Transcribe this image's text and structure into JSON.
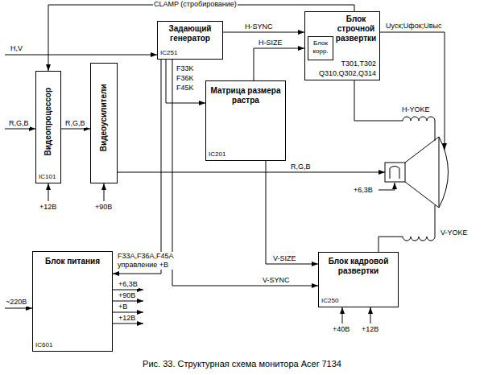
{
  "diagram": {
    "caption": "Рис. 33. Структурная схема монитора Acer 7134",
    "nodes": [
      {
        "text": [
          "Видеопроцессор",
          "IC101"
        ]
      },
      {
        "text": [
          "Видеоусилители"
        ]
      },
      {
        "text": [
          "Задающий генератор",
          "IC251"
        ]
      },
      {
        "text": [
          "Блок строчной развертки",
          "T301,T302",
          "Q310,Q302,Q314"
        ]
      },
      {
        "text": [
          "Блок корр."
        ],
        "in": 3
      },
      {
        "text": [
          "Матрица размера растра",
          "IC201"
        ]
      },
      {
        "text": [
          "Блок питания",
          "IC601"
        ]
      },
      {
        "text": [
          "Блок кадровой развертки",
          "IC250"
        ]
      }
    ],
    "edges": [
      {
        "from": 3,
        "to": 0,
        "label": "CLAMP (стробирование)",
        "arrow": "to"
      },
      {
        "from": 0,
        "to": 1,
        "label": "R,G,B",
        "arrow": "to"
      },
      {
        "from": 2,
        "to": 3,
        "label": "H-SYNC",
        "arrow": "to"
      },
      {
        "from": 5,
        "to": 3,
        "label": "H-SIZE",
        "arrow": "to"
      },
      {
        "from": 2,
        "to": 5,
        "arrow": "to"
      },
      {
        "from": 2,
        "to": 6,
        "label": "F33A,F36A,F45A управление +В",
        "arrow": "to"
      },
      {
        "from": 5,
        "to": 7,
        "label": "V-SIZE",
        "arrow": "to"
      },
      {
        "from": 2,
        "to": 7,
        "label": "V-SYNC",
        "arrow": "to"
      }
    ],
    "labels": [
      "H,V",
      "R,G,B",
      "+12В",
      "+90В",
      "F33K",
      "F36K",
      "F45K",
      "Uуск;Uфок;Uвыс",
      "H-YOKE",
      "R,G,B",
      "+6,3В",
      "V-YOKE",
      "~220В",
      "+6,3В",
      "+90В",
      "+В",
      "+12В",
      "+40В",
      "+12В"
    ]
  }
}
